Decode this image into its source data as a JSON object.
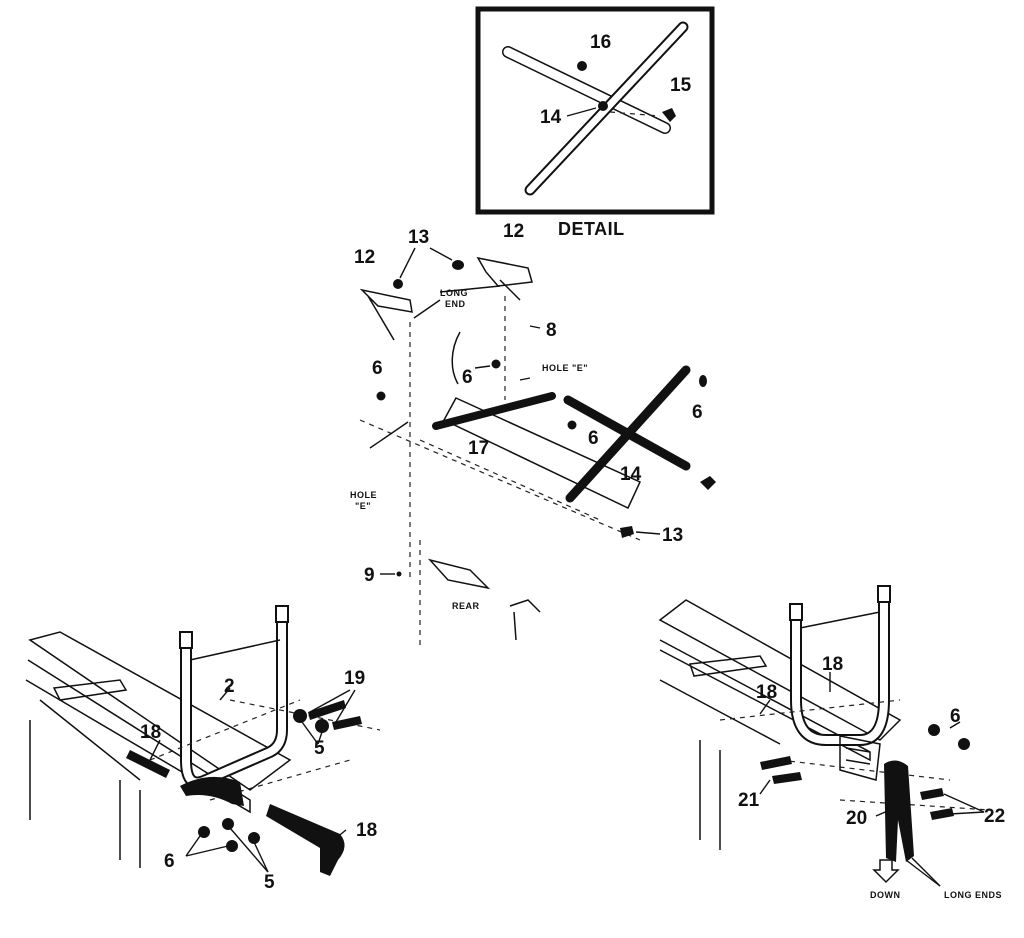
{
  "detail": {
    "title": "DETAIL"
  },
  "callouts": {
    "c16": "16",
    "c15": "15",
    "c14_detail": "14",
    "c13_top": "13",
    "c12_left": "12",
    "c12_right": "12",
    "c8": "8",
    "c6_a": "6",
    "c6_b": "6",
    "c6_c": "6",
    "c6_d": "6",
    "c17": "17",
    "c14_main": "14",
    "c13_lower": "13",
    "c9": "9",
    "c2": "2",
    "c19": "19",
    "c18_left": "18",
    "c5_a": "5",
    "c18_bottom": "18",
    "c6_e": "6",
    "c5_b": "5",
    "c18_right_top": "18",
    "c18_right_mid": "18",
    "c6_f": "6",
    "c21": "21",
    "c20": "20",
    "c22": "22"
  },
  "notes": {
    "long_end": [
      "LONG",
      "END"
    ],
    "hole_e_right": "HOLE \"E\"",
    "hole_e_left": [
      "HOLE",
      "\"E\""
    ],
    "rear": "REAR",
    "down": "DOWN",
    "long_ends": "LONG ENDS"
  }
}
